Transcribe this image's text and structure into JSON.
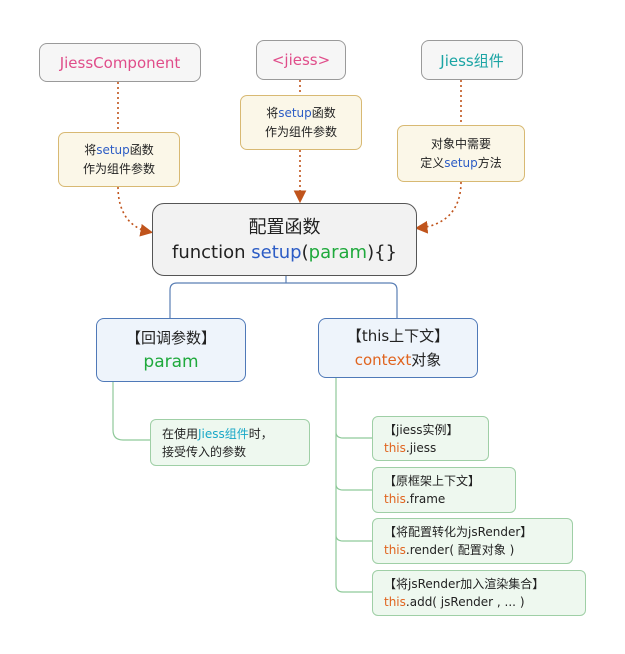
{
  "top_nodes": {
    "component": "JiessComponent",
    "tag": "<jiess>",
    "object": "Jiess组件"
  },
  "notes": {
    "left": {
      "prefix": "将",
      "kw": "setup",
      "suffix": "函数",
      "line2": "作为组件参数"
    },
    "middle": {
      "prefix": "将",
      "kw": "setup",
      "suffix": "函数",
      "line2": "作为组件参数"
    },
    "right": {
      "line1": "对象中需要",
      "prefix": "定义",
      "kw": "setup",
      "suffix": "方法"
    }
  },
  "main": {
    "title": "配置函数",
    "code_fn": "function ",
    "code_name": "setup",
    "code_open": "(",
    "code_param": "param",
    "code_close": "){}"
  },
  "callback": {
    "title": "【回调参数】",
    "value": "param",
    "note_prefix": "在使用",
    "note_highlight": "Jiess组件",
    "note_suffix": "时，",
    "note_line2": "接受传入的参数"
  },
  "context": {
    "title": "【this上下文】",
    "highlight": "context",
    "suffix": "对象",
    "items": [
      {
        "label": "【jiess实例】",
        "this": "this",
        "rest": ".jiess"
      },
      {
        "label": "【原框架上下文】",
        "this": "this",
        "rest": ".frame"
      },
      {
        "label": "【将配置转化为jsRender】",
        "this": "this",
        "rest": ".render( 配置对象 )"
      },
      {
        "label": "【将jsRender加入渲染集合】",
        "this": "this",
        "rest": ".add( jsRender , ... )"
      }
    ]
  },
  "colors": {
    "keyword": "#2c5cc5",
    "param": "#1fa93c",
    "this": "#e0641f",
    "component": "#e04d8a",
    "arrow": "#c0541c"
  }
}
